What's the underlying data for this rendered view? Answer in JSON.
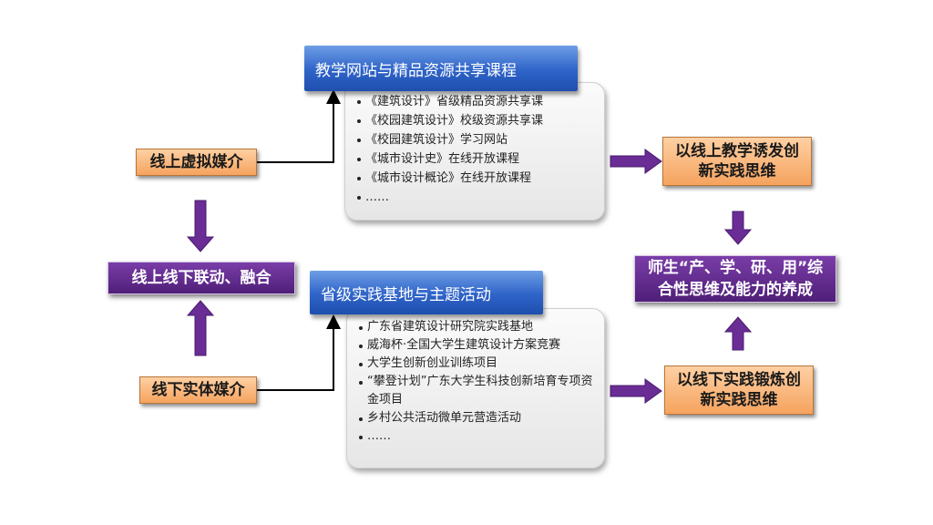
{
  "top_header": "教学网站与精品资源共享课程",
  "top_items": [
    "《建筑设计》省级精品资源共享课",
    "《校园建筑设计》校级资源共享课",
    "《校园建筑设计》学习网站",
    "《城市设计史》在线开放课程",
    "《城市设计概论》在线开放课程",
    "……"
  ],
  "bottom_header": "省级实践基地与主题活动",
  "bottom_items": [
    "广东省建筑设计研究院实践基地",
    "威海杯·全国大学生建筑设计方案竞赛",
    "大学生创新创业训练项目",
    "“攀登计划”广东大学生科技创新培育专项资金项目",
    "乡村公共活动微单元营造活动",
    "……"
  ],
  "online_media": "线上虚拟媒介",
  "offline_media": "线下实体媒介",
  "fusion": "线上线下联动、融合",
  "online_outcome": "以线上教学诱发创新实践思维",
  "offline_outcome": "以线下实践锻炼创新实践思维",
  "center_outcome": "师生“产、学、研、用”综合性思维及能力的养成",
  "colors": {
    "purple": "#5b2a86",
    "orange": "#f5a35e",
    "blue": "#2e63c8",
    "arrow": "#6a2c95"
  }
}
